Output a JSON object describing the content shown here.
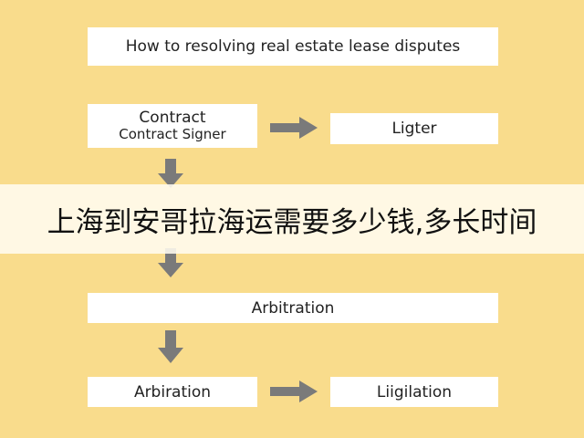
{
  "title": "How to resolving real estate lease disputes",
  "nodes": {
    "contract_line1": "Contract",
    "contract_line2": "Contract Signer",
    "ligter": "Ligter",
    "arbitration": "Arbitration",
    "arbiration": "Arbiration",
    "litigation": "Liigilation"
  },
  "overlay_caption": "上海到安哥拉海运需要多少钱,多长时间",
  "colors": {
    "background": "#f9dc8c",
    "box": "#ffffff",
    "arrow": "#7a7a7a"
  }
}
